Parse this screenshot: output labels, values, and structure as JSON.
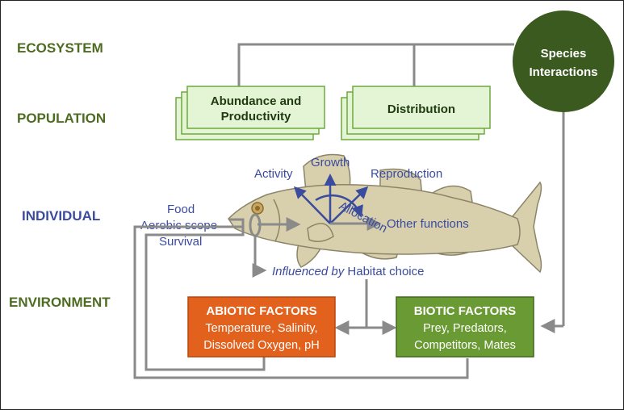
{
  "levels": {
    "ecosystem": "ECOSYSTEM",
    "population": "POPULATION",
    "individual": "INDIVIDUAL",
    "environment": "ENVIRONMENT"
  },
  "species_interactions": {
    "line1": "Species",
    "line2": "Interactions"
  },
  "abundance": {
    "line1": "Abundance and",
    "line2": "Productivity"
  },
  "distribution": {
    "label": "Distribution"
  },
  "individual_labels": {
    "activity": "Activity",
    "growth": "Growth",
    "reproduction": "Reproduction",
    "allocation": "Allocation",
    "other_functions": "Other functions",
    "food": "Food",
    "aerobic_scope": "Aerobic scope",
    "survival": "Survival",
    "influenced_by": "Influenced by",
    "habitat_choice": "Habitat choice"
  },
  "abiotic": {
    "title": "ABIOTIC FACTORS",
    "line1": "Temperature, Salinity,",
    "line2": "Dissolved Oxygen, pH"
  },
  "biotic": {
    "title": "BIOTIC FACTORS",
    "line1": "Prey, Predators,",
    "line2": "Competitors, Mates"
  },
  "colors": {
    "level_green": "#4e6b22",
    "level_blue": "#3b4b9e",
    "circle": "#3b5a1f",
    "pop_box_fill": "#e4f5d6",
    "pop_box_border": "#6fa83e",
    "abiotic": "#e2611c",
    "biotic": "#6a9a33",
    "fish": "#d8d0ad",
    "connector": "#8a8a8a"
  }
}
